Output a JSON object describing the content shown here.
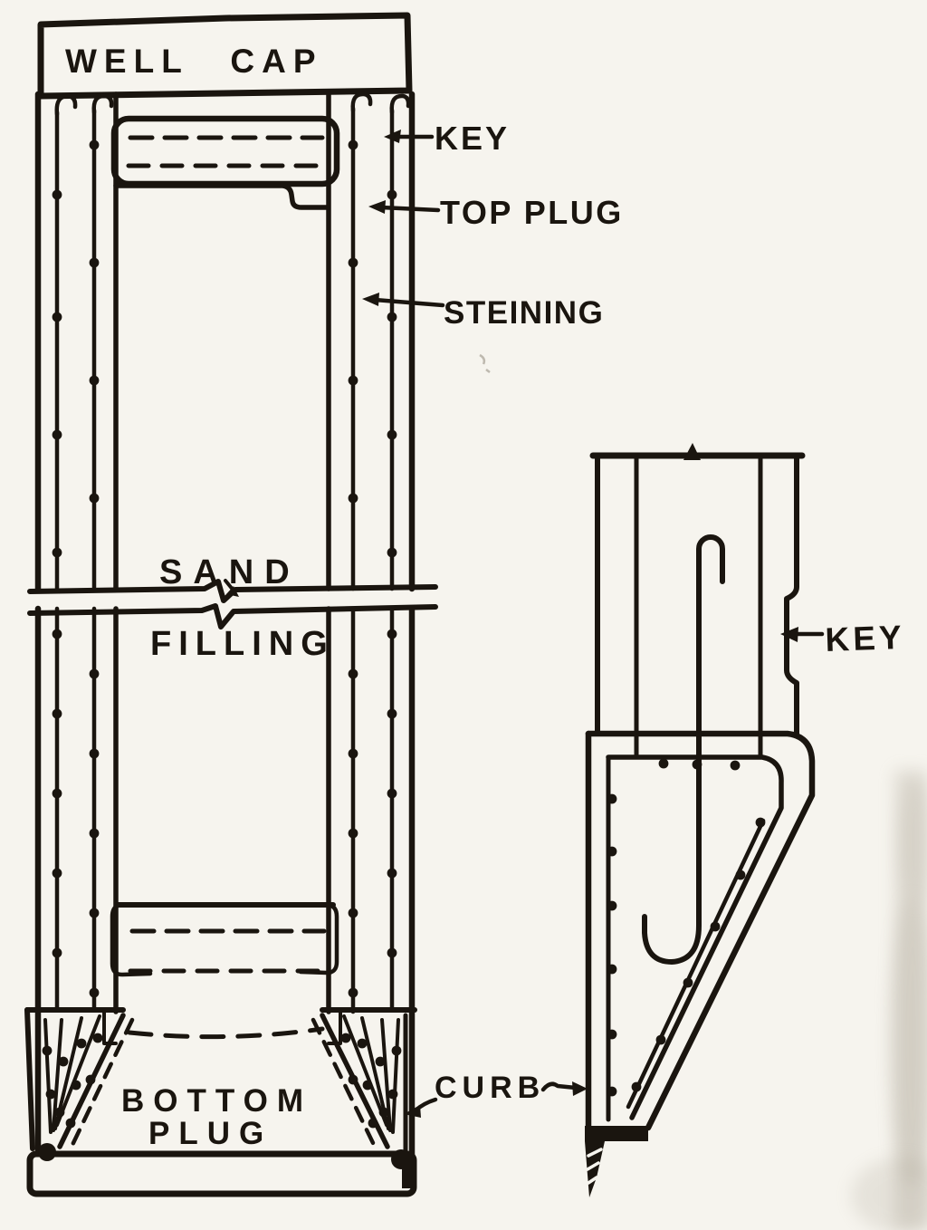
{
  "figure": {
    "ink_color": "#1a150f",
    "paper_color": "#f6f4ee",
    "kind": "hand-drawn well foundation section"
  },
  "main_elevation": {
    "well_cap_label": "WELL CAP",
    "key_label": "KEY",
    "top_plug_label": "TOP PLUG",
    "steining_label": "STEINING",
    "sand_label": "SAND",
    "filling_label": "FILLING",
    "bottom_label": "BOTTOM",
    "plug_label": "PLUG",
    "curb_label": "CURB"
  },
  "detail_view": {
    "key_label": "KEY"
  }
}
